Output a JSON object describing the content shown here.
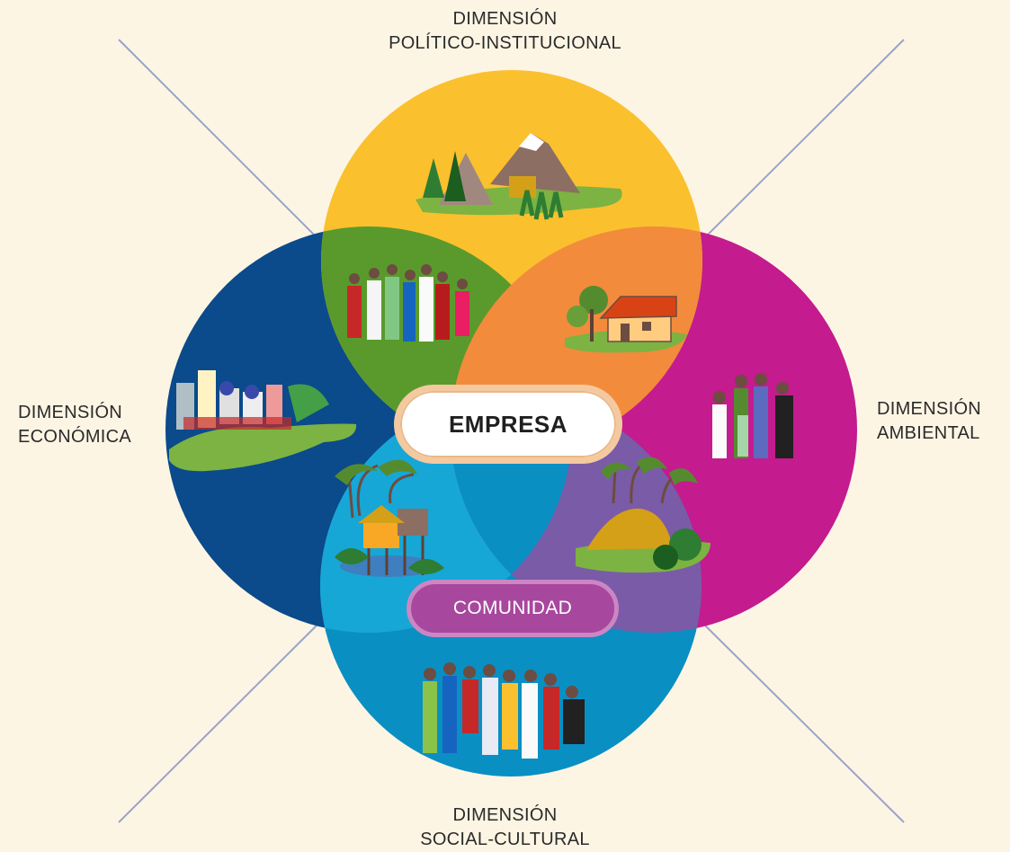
{
  "dimensions": {
    "top": {
      "line1": "DIMENSIÓN",
      "line2": "POLÍTICO-INSTITUCIONAL",
      "color": "#fbc02d"
    },
    "left": {
      "line1": "DIMENSIÓN",
      "line2": "ECONÓMICA",
      "color": "#0b4a8b"
    },
    "right": {
      "line1": "DIMENSIÓN",
      "line2": "AMBIENTAL",
      "color": "#c41b8e"
    },
    "bottom": {
      "line1": "DIMENSIÓN",
      "line2": "SOCIAL-CULTURAL",
      "color": "#0a8fc2"
    }
  },
  "center": {
    "empresa": "EMPRESA",
    "comunidad": "COMUNIDAD"
  },
  "overlaps": {
    "top_left": "#5a9a2c",
    "top_right": "#f28b3c",
    "bottom_left": "#16a7d6",
    "bottom_right": "#7a5ba8",
    "center": "#0a8fc2"
  },
  "background": "#fdf5e4"
}
